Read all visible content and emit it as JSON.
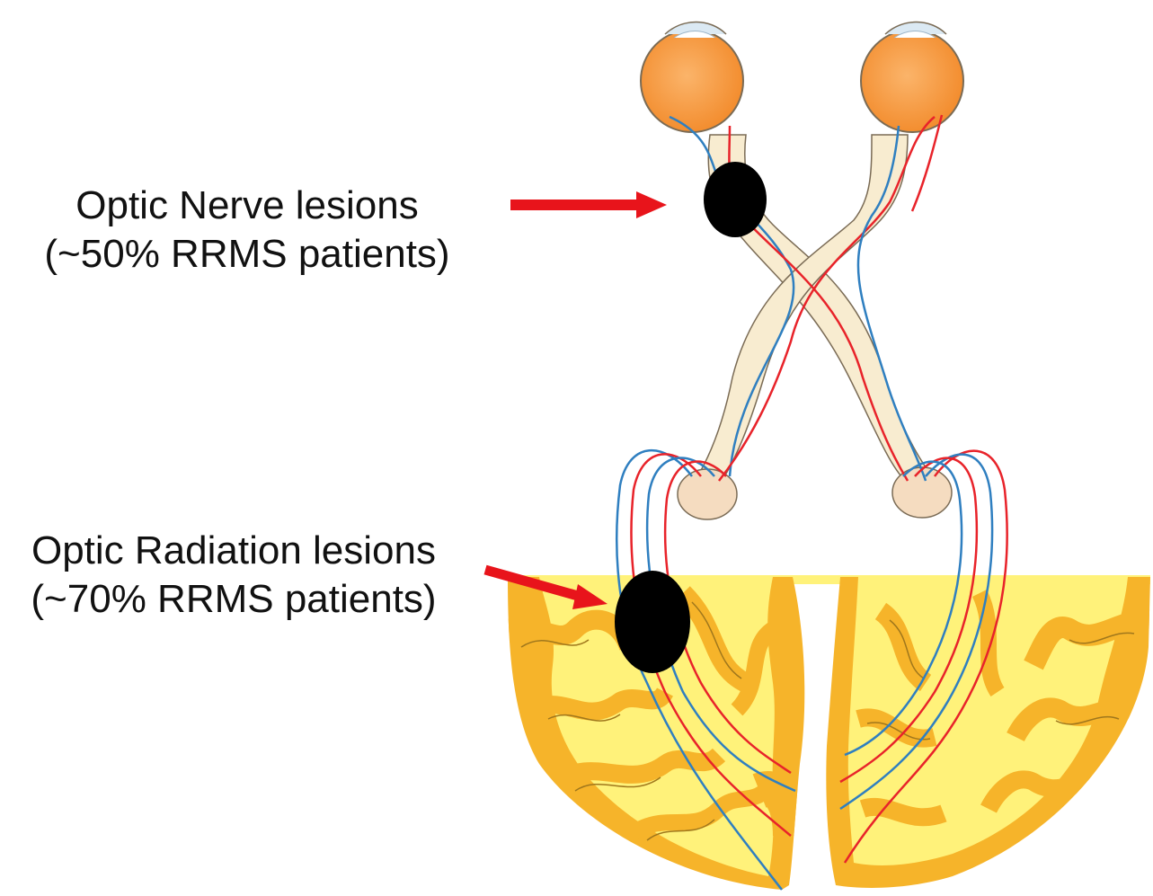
{
  "labels": {
    "nerve_line1": "Optic Nerve lesions",
    "nerve_line2": "(~50% RRMS patients)",
    "radiation_line1": "Optic Radiation lesions",
    "radiation_line2": "(~70% RRMS patients)"
  },
  "colors": {
    "eye_orange": "#f79a3e",
    "nerve_fill": "#f8ecd0",
    "brain_yellow": "#fff27a",
    "brain_gold": "#f6b42a",
    "fiber_red": "#e8232a",
    "fiber_blue": "#2f7fc0",
    "arrow_red": "#e8141b",
    "lesion_black": "#000000"
  }
}
